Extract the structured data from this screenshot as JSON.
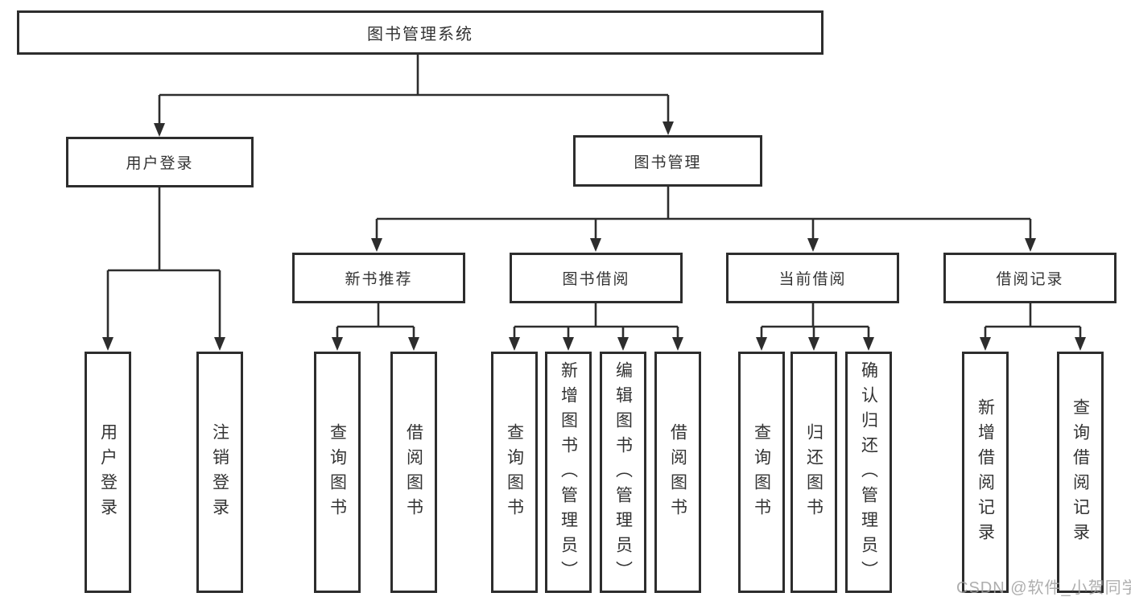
{
  "colors": {
    "line": "#2d2d2d",
    "text": "#333333",
    "box_background": "#ffffff",
    "watermark": "#a0a0a0"
  },
  "tree": {
    "root": {
      "label": "图书管理系统"
    },
    "branches": [
      {
        "label": "用户登录",
        "leaves": [
          "用户登录",
          "注销登录"
        ]
      },
      {
        "label": "图书管理",
        "groups": [
          {
            "label": "新书推荐",
            "leaves": [
              "查询图书",
              "借阅图书"
            ]
          },
          {
            "label": "图书借阅",
            "leaves": [
              "查询图书",
              "新增图书（管理员）",
              "编辑图书（管理员）",
              "借阅图书"
            ]
          },
          {
            "label": "当前借阅",
            "leaves": [
              "查询图书",
              "归还图书",
              "确认归还（管理员）"
            ]
          },
          {
            "label": "借阅记录",
            "leaves": [
              "新增借阅记录",
              "查询借阅记录"
            ]
          }
        ]
      }
    ]
  },
  "watermark": {
    "text": "CSDN @软件_小贺同学"
  }
}
